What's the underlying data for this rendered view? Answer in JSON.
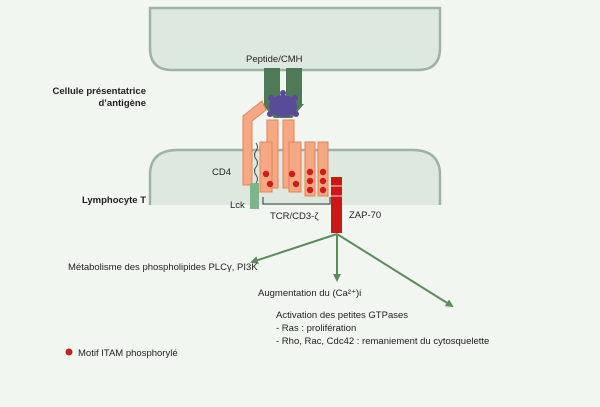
{
  "labels": {
    "peptide_cmh": "Peptide/CMH",
    "apc_line1": "Cellule présentatrice",
    "apc_line2": "d’antigène",
    "lymphocyte": "Lymphocyte T",
    "cd4": "CD4",
    "lck": "Lck",
    "tcr": "TCR/CD3-ζ",
    "zap70": "ZAP-70"
  },
  "outcomes": {
    "metabolism": "Métabolisme des phospholipides PLCγ, PI3K",
    "calcium": "Augmentation du (Ca²⁺)i",
    "gtpases_title": "Activation des petites GTPases",
    "gtpases_ras": "- Ras : prolifération",
    "gtpases_rho": "- Rho, Rac, Cdc42 : remaniement du cytosquelette"
  },
  "legend": {
    "itam": "Motif ITAM phosphorylé"
  },
  "colors": {
    "background": "#f1f6f0",
    "membrane_fill": "#dde9df",
    "membrane_stroke": "#9db3a6",
    "receptor": "#f6a882",
    "receptor_stroke": "#e3825a",
    "itam": "#cc1d1d",
    "zap70": "#c8181a",
    "lck": "#7ab88a",
    "mhc": "#4f7a57",
    "peptide": "#5a4a9a",
    "arrow": "#5e8a5e"
  }
}
